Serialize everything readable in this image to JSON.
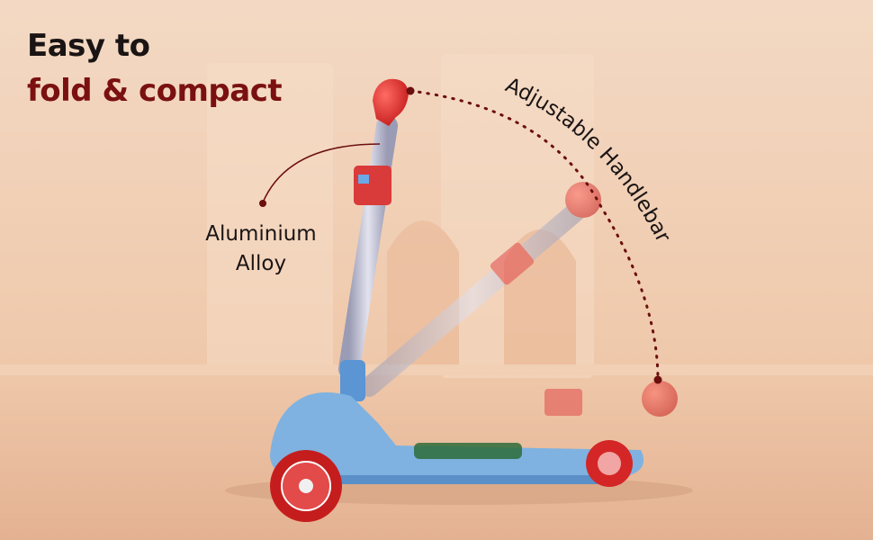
{
  "headline": {
    "line1": "Easy to",
    "line2": "fold & compact",
    "line1_color": "#1a1414",
    "line2_color": "#7a1010"
  },
  "callouts": {
    "material_line1": "Aluminium",
    "material_line2": "Alloy",
    "handlebar": "Adjustable Handlebar"
  },
  "colors": {
    "background": "#f0cfb6",
    "deck": "#7fb2e0",
    "handle": "#d93a3a",
    "wheel": "#c51d1d",
    "dotted_line": "#6b0f0f"
  }
}
